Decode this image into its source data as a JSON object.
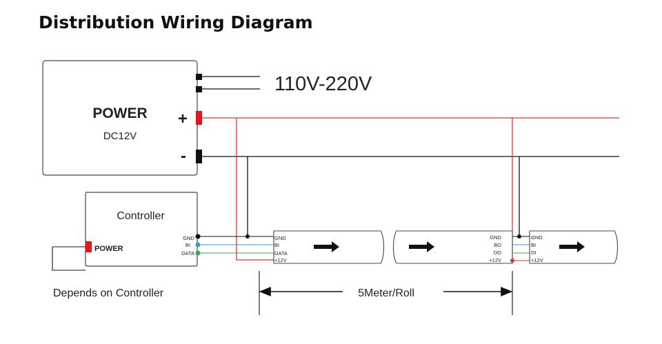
{
  "title": "Distribution Wiring Diagram",
  "power_supply": {
    "label": "POWER",
    "voltage": "DC12V",
    "plus_sign": "+",
    "minus_sign": "-",
    "ac_input": "110V-220V"
  },
  "controller": {
    "label": "Controller",
    "power_label": "POWER",
    "pins": [
      "GND",
      "BI",
      "DATA"
    ],
    "power_note": "Depends on Controller"
  },
  "strip_1": {
    "pins": [
      "GND",
      "BI",
      "DATA",
      "+12V"
    ]
  },
  "strip_2": {
    "pins": [
      "GND",
      "BO",
      "DO",
      "+12V"
    ]
  },
  "strip_3": {
    "pins": [
      "GND",
      "BI",
      "DI",
      "+12V"
    ]
  },
  "length_label": "5Meter/Roll",
  "colors": {
    "positive": "#e8322e",
    "ground": "#111111",
    "backup": "#3a9ad9",
    "data": "#34a84a",
    "connector": "#e8141b"
  }
}
